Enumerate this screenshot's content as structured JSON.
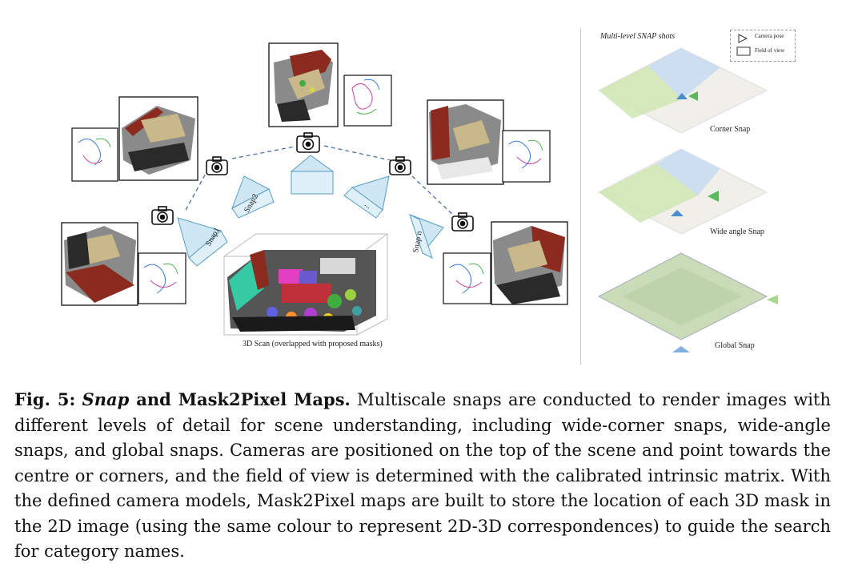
{
  "figure": {
    "scan_label": "3D Scan (overlapped with proposed masks)",
    "snap_labels": [
      "Snap1",
      "Snap2",
      "...",
      "Snap n"
    ],
    "right_panel": {
      "title": "Multi-level SNAP shots",
      "legend": {
        "camera_pose": "Camera pose",
        "field_of_view": "Field of view"
      },
      "levels": [
        "Corner Snap",
        "Wide angle Snap",
        "Global Snap"
      ]
    }
  },
  "caption": {
    "fig_label": "Fig. 5:",
    "title_italic": "Snap",
    "title_rest": " and Mask2Pixel Maps.",
    "body": " Multiscale snaps are conducted to render images with different levels of detail for scene understanding, including wide-corner snaps, wide-angle snaps, and global snaps. Cameras are positioned on the top of the scene and point towards the centre or corners, and the field of view is determined with the calibrated intrinsic matrix. With the defined camera models, Mask2Pixel maps are built to store the location of each 3D mask in the 2D image (using the same colour to represent 2D-3D correspondences) to guide the search for category names."
  }
}
